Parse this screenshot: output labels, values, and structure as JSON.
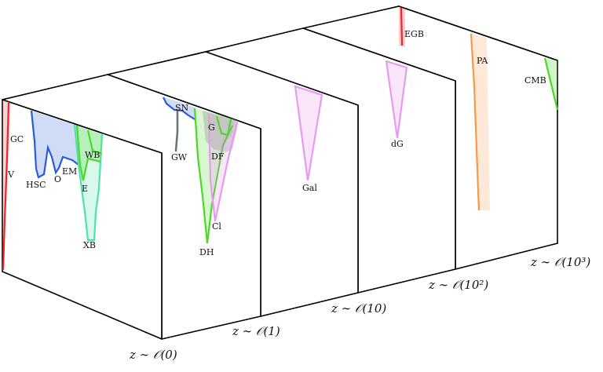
{
  "redshift_labels": [
    "z ∼ 𝒪(0)",
    "z ∼ 𝒪(1)",
    "z ∼ 𝒪(10)",
    "z ∼ 𝒪(10²)",
    "z ∼ 𝒪(10³)"
  ],
  "panel_0": {
    "labels": [
      "GC",
      "V",
      "HSC",
      "O",
      "EM",
      "E",
      "WB",
      "XB"
    ]
  },
  "panel_1": {
    "labels": [
      "SN",
      "GW",
      "G",
      "DF",
      "Cl",
      "DH"
    ]
  },
  "panel_2": {
    "labels": [
      "Gal"
    ]
  },
  "panel_3": {
    "labels": [
      "dG",
      "EGB"
    ]
  },
  "panel_4": {
    "labels": [
      "PA",
      "CMB"
    ]
  },
  "colors": {
    "red": "#e8262b",
    "blue": "#2a5bd7",
    "green": "#4fd62a",
    "teal": "#4fe3a8",
    "pink": "#e79bee",
    "orange": "#f59a4a",
    "gray": "#6d7476"
  }
}
